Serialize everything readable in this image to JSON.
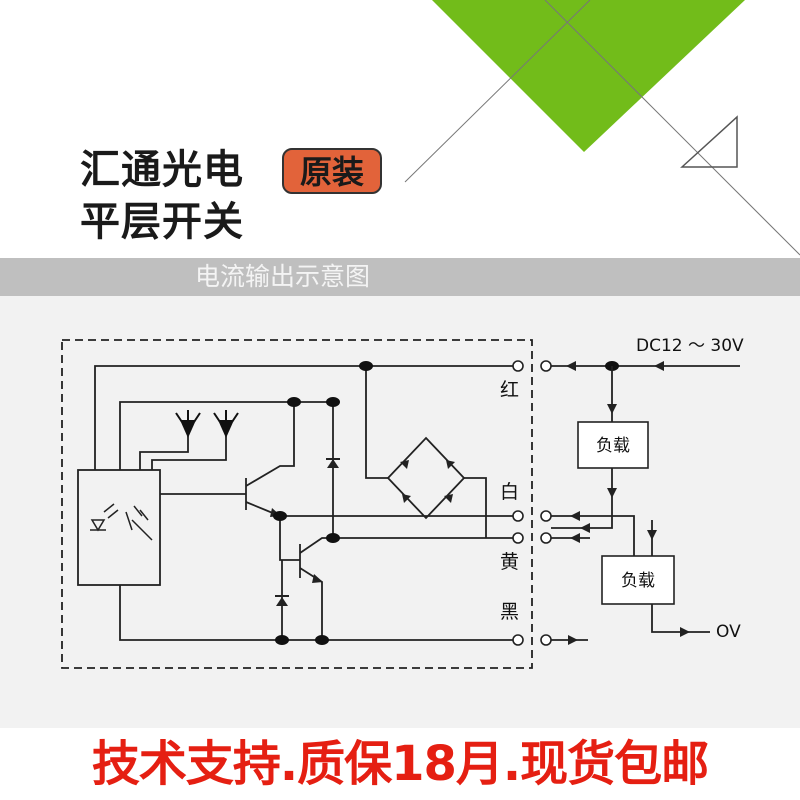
{
  "header": {
    "brand_line1": "汇通光电",
    "badge": "原装",
    "brand_line2": "平层开关"
  },
  "band": {
    "title": "电流输出示意图"
  },
  "diagram": {
    "supply_label": "DC12 ～ 30V",
    "wire_red": "红",
    "wire_white": "白",
    "wire_yellow": "黄",
    "wire_black": "黑",
    "load1": "负载",
    "load2": "负载",
    "ground_label": "OV"
  },
  "footer": {
    "text": "技术支持.质保18月.现货包邮"
  },
  "colors": {
    "accent_green": "#72bc1a",
    "badge_orange": "#e2633a",
    "footer_red": "#e51f12"
  }
}
